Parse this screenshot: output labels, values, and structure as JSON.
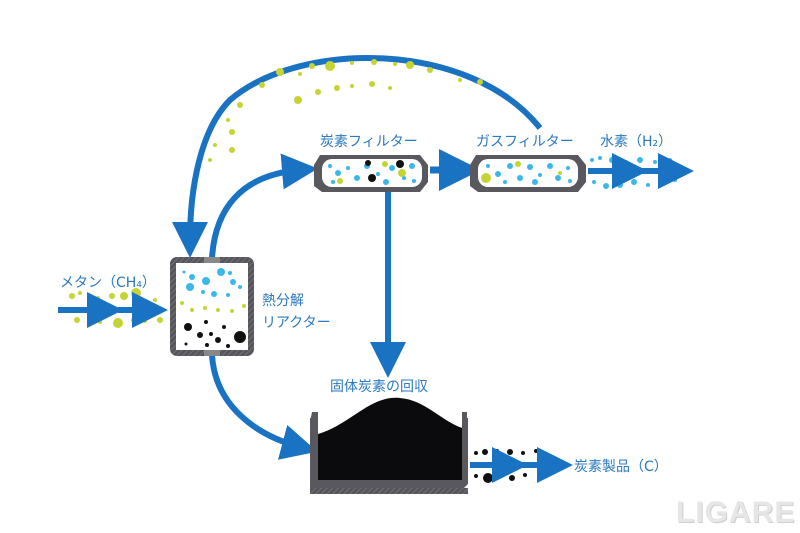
{
  "labels": {
    "methane": "メタン（CH₄）",
    "reactor_line1": "熱分解",
    "reactor_line2": "リアクター",
    "carbon_filter": "炭素フィルター",
    "gas_filter": "ガスフィルター",
    "hydrogen": "水素（H₂）",
    "solid_carbon_recovery": "固体炭素の回収",
    "carbon_products": "炭素製品（C）"
  },
  "watermark": "LIGARE",
  "colors": {
    "arrow": "#1a73c2",
    "label_text": "#2a78c0",
    "methane_dot": "#c5d433",
    "hydrogen_dot": "#3bb8ea",
    "carbon_dot": "#111111",
    "vessel": "#58585e"
  }
}
